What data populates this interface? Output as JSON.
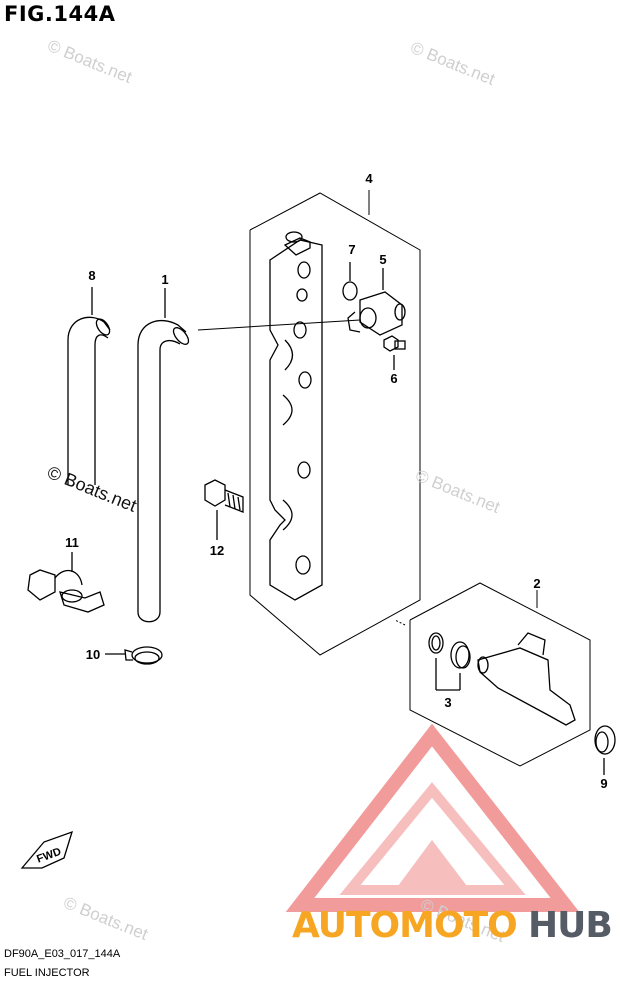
{
  "header": {
    "figure_title": "FIG.144A"
  },
  "footer": {
    "model_code": "DF90A_E03_017_144A",
    "section_name": "FUEL INJECTOR"
  },
  "callouts": [
    "1",
    "2",
    "3",
    "4",
    "5",
    "6",
    "7",
    "8",
    "9",
    "10",
    "11",
    "12"
  ],
  "direction_label": "FWD",
  "watermark": {
    "text": "© Boats.net"
  },
  "brand": {
    "part1": "AUTOMOTO",
    "part2": "HUB"
  },
  "colors": {
    "line": "#000000",
    "logo_red": "#f08080",
    "logo_orange": "#f6a623",
    "logo_gray": "#555c66",
    "watermark": "#cfcfcf"
  }
}
